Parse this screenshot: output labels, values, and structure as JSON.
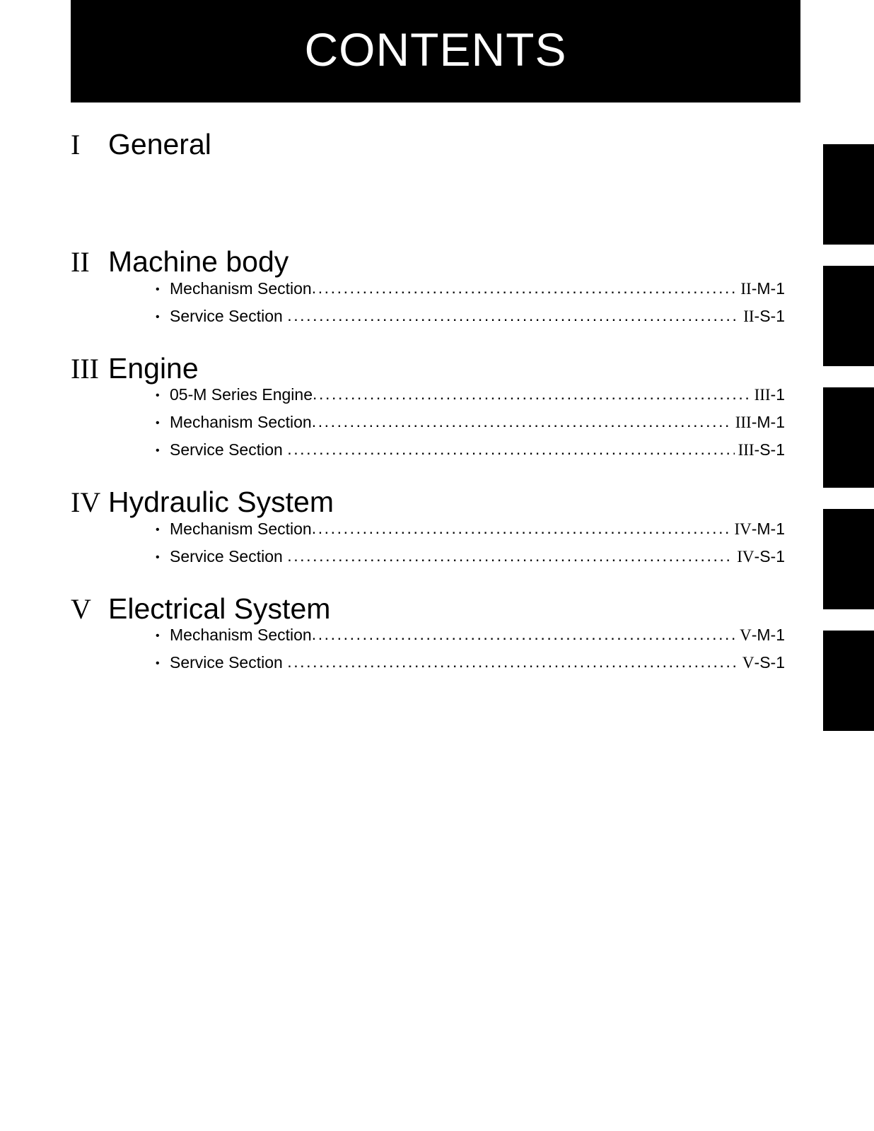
{
  "banner": {
    "title": "CONTENTS"
  },
  "bullet_glyph": "•",
  "leader_dots": "......................................................................................................................",
  "sections": [
    {
      "key": "general",
      "numeral": "I",
      "title": "General",
      "entries": []
    },
    {
      "key": "machine-body",
      "numeral": "II",
      "title": "Machine body",
      "entries": [
        {
          "label": "Mechanism Section",
          "page_roman": "II",
          "page_rest": "-M-1"
        },
        {
          "label": "Service Section ",
          "page_roman": "II",
          "page_rest": "-S-1"
        }
      ]
    },
    {
      "key": "engine",
      "numeral": "III",
      "title": "Engine",
      "entries": [
        {
          "label": "05-M Series Engine",
          "page_roman": "III",
          "page_rest": "-1"
        },
        {
          "label": "Mechanism Section",
          "page_roman": "III",
          "page_rest": "-M-1"
        },
        {
          "label": "Service Section ",
          "page_roman": "III",
          "page_rest": "-S-1"
        }
      ]
    },
    {
      "key": "hydraulic",
      "numeral": "IV",
      "title": "Hydraulic System",
      "entries": [
        {
          "label": "Mechanism Section",
          "page_roman": "IV",
          "page_rest": "-M-1"
        },
        {
          "label": "Service Section ",
          "page_roman": "IV",
          "page_rest": "-S-1"
        }
      ]
    },
    {
      "key": "electrical",
      "numeral": "V",
      "title": "Electrical System",
      "entries": [
        {
          "label": "Mechanism Section",
          "page_roman": "V",
          "page_rest": "-M-1"
        },
        {
          "label": "Service Section ",
          "page_roman": "V",
          "page_rest": "-S-1"
        }
      ]
    }
  ],
  "edge_tabs": [
    {
      "for_section": "general"
    },
    {
      "for_section": "machine-body"
    },
    {
      "for_section": "engine"
    },
    {
      "for_section": "hydraulic"
    },
    {
      "for_section": "electrical"
    }
  ]
}
